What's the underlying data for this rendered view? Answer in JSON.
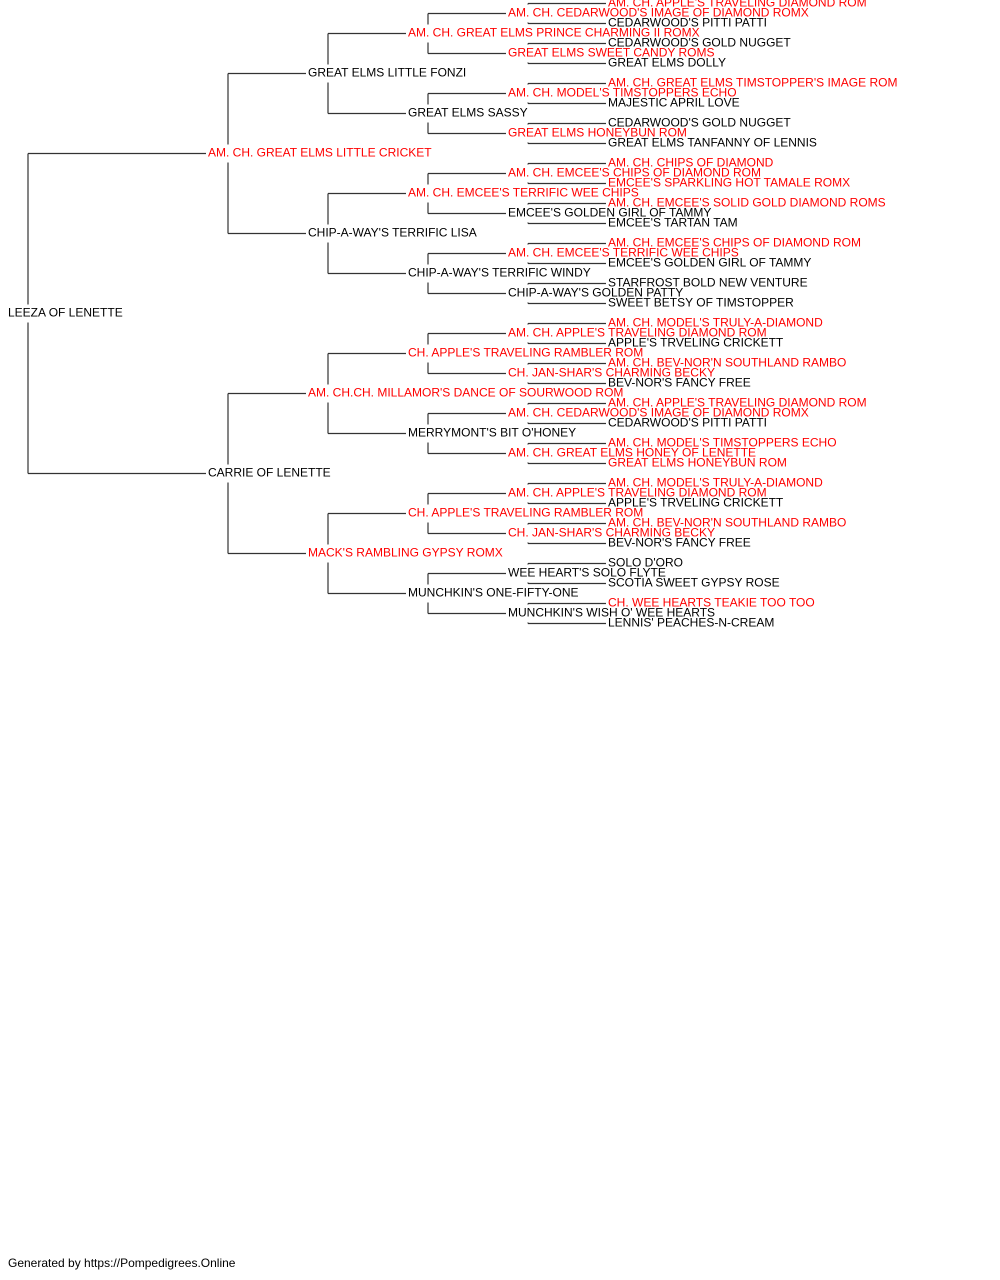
{
  "colors": {
    "champion": "#ff0000",
    "normal": "#000000",
    "line": "#333333"
  },
  "subject": {
    "name": "LEEZA OF LENETTE",
    "ch": false
  },
  "sire": {
    "name": "AM. CH. GREAT ELMS LITTLE CRICKET",
    "ch": true
  },
  "dam": {
    "name": "CARRIE OF LENETTE",
    "ch": false
  },
  "grandparents": [
    {
      "name": "GREAT ELMS LITTLE FONZI",
      "ch": false
    },
    {
      "name": "CHIP-A-WAY'S TERRIFIC LISA",
      "ch": false
    },
    {
      "name": "AM. CH.CH. MILLAMOR'S DANCE OF SOURWOOD ROM",
      "ch": true
    },
    {
      "name": "MACK'S RAMBLING GYPSY ROMX",
      "ch": true
    }
  ],
  "great_grandparents": [
    {
      "name": "AM. CH. GREAT ELMS PRINCE CHARMING II ROMX",
      "ch": true
    },
    {
      "name": "GREAT ELMS SASSY",
      "ch": false
    },
    {
      "name": "AM. CH. EMCEE'S TERRIFIC WEE CHIPS",
      "ch": true
    },
    {
      "name": "CHIP-A-WAY'S TERRIFIC WINDY",
      "ch": false
    },
    {
      "name": "CH. APPLE'S TRAVELING RAMBLER ROM",
      "ch": true
    },
    {
      "name": "MERRYMONT'S BIT O'HONEY",
      "ch": false
    },
    {
      "name": "CH. APPLE'S TRAVELING RAMBLER ROM",
      "ch": true
    },
    {
      "name": "MUNCHKIN'S ONE-FIFTY-ONE",
      "ch": false
    }
  ],
  "gen4": [
    {
      "name": "AM. CH. CEDARWOOD'S IMAGE OF DIAMOND ROMX",
      "ch": true
    },
    {
      "name": "GREAT ELMS SWEET CANDY ROMS",
      "ch": true
    },
    {
      "name": "AM. CH. MODEL'S TIMSTOPPERS ECHO",
      "ch": true
    },
    {
      "name": "GREAT ELMS HONEYBUN ROM",
      "ch": true
    },
    {
      "name": "AM. CH. EMCEE'S CHIPS OF DIAMOND ROM",
      "ch": true
    },
    {
      "name": "EMCEE'S GOLDEN GIRL OF TAMMY",
      "ch": false
    },
    {
      "name": "AM. CH. EMCEE'S TERRIFIC WEE CHIPS",
      "ch": true
    },
    {
      "name": "CHIP-A-WAY'S GOLDEN PATTY",
      "ch": false
    },
    {
      "name": "AM. CH. APPLE'S TRAVELING DIAMOND ROM",
      "ch": true
    },
    {
      "name": "CH. JAN-SHAR'S CHARMING BECKY",
      "ch": true
    },
    {
      "name": "AM. CH. CEDARWOOD'S IMAGE OF DIAMOND ROMX",
      "ch": true
    },
    {
      "name": "AM. CH. GREAT ELMS HONEY OF LENETTE",
      "ch": true
    },
    {
      "name": "AM. CH. APPLE'S TRAVELING DIAMOND ROM",
      "ch": true
    },
    {
      "name": "CH. JAN-SHAR'S CHARMING BECKY",
      "ch": true
    },
    {
      "name": "WEE HEART'S SOLO FLYTE",
      "ch": false
    },
    {
      "name": "MUNCHKIN'S WISH O' WEE HEARTS",
      "ch": false
    }
  ],
  "gen5": [
    {
      "name": "AM. CH. APPLE'S TRAVELING DIAMOND ROM",
      "ch": true
    },
    {
      "name": "CEDARWOOD'S PITTI PATTI",
      "ch": false
    },
    {
      "name": "CEDARWOOD'S GOLD NUGGET",
      "ch": false
    },
    {
      "name": "GREAT ELMS DOLLY",
      "ch": false
    },
    {
      "name": "AM. CH. GREAT ELMS TIMSTOPPER'S IMAGE ROM",
      "ch": true
    },
    {
      "name": "MAJESTIC APRIL LOVE",
      "ch": false
    },
    {
      "name": "CEDARWOOD'S GOLD NUGGET",
      "ch": false
    },
    {
      "name": "GREAT ELMS TANFANNY OF LENNIS",
      "ch": false
    },
    {
      "name": "AM. CH. CHIPS OF DIAMOND",
      "ch": true
    },
    {
      "name": "EMCEE'S SPARKLING HOT TAMALE ROMX",
      "ch": true
    },
    {
      "name": "AM. CH. EMCEE'S SOLID GOLD DIAMOND ROMS",
      "ch": true
    },
    {
      "name": "EMCEE'S TARTAN TAM",
      "ch": false
    },
    {
      "name": "AM. CH. EMCEE'S CHIPS OF DIAMOND ROM",
      "ch": true
    },
    {
      "name": "EMCEE'S GOLDEN GIRL OF TAMMY",
      "ch": false
    },
    {
      "name": "STARFROST BOLD NEW VENTURE",
      "ch": false
    },
    {
      "name": "SWEET BETSY OF TIMSTOPPER",
      "ch": false
    },
    {
      "name": "AM. CH. MODEL'S TRULY-A-DIAMOND",
      "ch": true
    },
    {
      "name": "APPLE'S TRVELING CRICKETT",
      "ch": false
    },
    {
      "name": "AM. CH. BEV-NOR'N SOUTHLAND RAMBO",
      "ch": true
    },
    {
      "name": "BEV-NOR'S FANCY FREE",
      "ch": false
    },
    {
      "name": "AM. CH. APPLE'S TRAVELING DIAMOND ROM",
      "ch": true
    },
    {
      "name": "CEDARWOOD'S PITTI PATTI",
      "ch": false
    },
    {
      "name": "AM. CH. MODEL'S TIMSTOPPERS ECHO",
      "ch": true
    },
    {
      "name": "GREAT ELMS HONEYBUN ROM",
      "ch": true
    },
    {
      "name": "AM. CH. MODEL'S TRULY-A-DIAMOND",
      "ch": true
    },
    {
      "name": "APPLE'S TRVELING CRICKETT",
      "ch": false
    },
    {
      "name": "AM. CH. BEV-NOR'N SOUTHLAND RAMBO",
      "ch": true
    },
    {
      "name": "BEV-NOR'S FANCY FREE",
      "ch": false
    },
    {
      "name": "SOLO D'ORO",
      "ch": false
    },
    {
      "name": "SCOTIA SWEET GYPSY ROSE",
      "ch": false
    },
    {
      "name": "CH. WEE HEARTS TEAKIE TOO TOO",
      "ch": true
    },
    {
      "name": "LENNIS' PEACHES-N-CREAM",
      "ch": false
    }
  ],
  "footer": "Generated by https://Pompedigrees.Online"
}
